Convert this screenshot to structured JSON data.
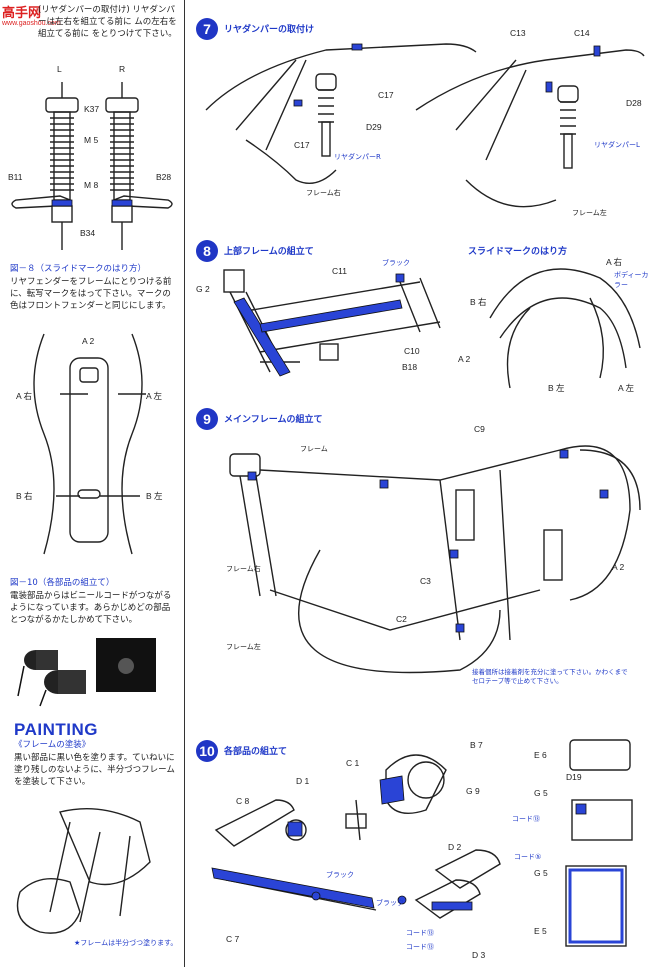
{
  "watermark": {
    "brand": "高手网",
    "url": "www.gaoshou.com"
  },
  "left": {
    "intro_text": "(リヤダンパーの取付け) リヤダンパーは左右を組立てる前に ムの左右を組立てる前に をとりつけて下さい。",
    "shock_labels": {
      "L": "L",
      "R": "R",
      "K37": "K37",
      "M5": "M 5",
      "M8": "M 8",
      "B11": "B11",
      "B28": "B28",
      "B34": "B34"
    },
    "fig8_title": "図－８（スライドマークのはり方）",
    "fig8_text": "リヤフェンダーをフレームにとりつける前に、転写マークをはって下さい。マークの色はフロントフェンダーと同じにします。",
    "fender_labels": {
      "A2": "A 2",
      "Aright": "A 右",
      "Aleft": "A 左",
      "Bright": "B 右",
      "Bleft": "B 左"
    },
    "fig10_title": "図－10（各部品の組立て）",
    "fig10_text": "電装部品からはビニールコードがつながるようになっています。あらかじめどの部品とつながるかたしかめて下さい。",
    "painting_title": "PAINTING",
    "painting_sub": "《フレームの塗装》",
    "painting_text": "黒い部品に黒い色を塗ります。ていねいに塗り残しのないように、半分づつフレームを塗装して下さい。",
    "painting_note": "★フレームは半分づつ塗ります。"
  },
  "steps": [
    {
      "num": "7",
      "title": "リヤダンパーの取付け"
    },
    {
      "num": "8",
      "title": "上部フレームの組立て"
    },
    {
      "num": "9",
      "title": "メインフレームの組立て"
    },
    {
      "num": "10",
      "title": "各部品の組立て"
    }
  ],
  "step7": {
    "C13": "C13",
    "C14": "C14",
    "C17a": "C17",
    "C17b": "C17",
    "D29": "D29",
    "D28": "D28",
    "damper_r": "リヤダンパーR",
    "damper_l": "リヤダンパーL",
    "frame_r": "フレーム右",
    "frame_l": "フレーム左"
  },
  "step8": {
    "G2": "G 2",
    "C11": "C11",
    "black": "ブラック",
    "C10": "C10",
    "B18": "B18"
  },
  "slide": {
    "title": "スライドマークのはり方",
    "Aright": "A 右",
    "body_color": "ボディーカラー",
    "Bright": "B 右",
    "A2": "A 2",
    "Bleft": "B 左",
    "Aleft": "A 左"
  },
  "step9": {
    "C9": "C9",
    "frame": "フレーム",
    "frame_r": "フレーム右",
    "frame_l": "フレーム左",
    "C3": "C3",
    "C2": "C2",
    "A2": "A 2",
    "note": "接着個所は接着剤を充分に塗って下さい。かわくまでセロテープ等で止めて下さい。"
  },
  "step10": {
    "B7": "B 7",
    "E6": "E 6",
    "D1": "D 1",
    "C1": "C 1",
    "D19": "D19",
    "C8": "C 8",
    "G9": "G 9",
    "G5a": "G 5",
    "cord13": "コード⑬",
    "cord5": "コード⑤",
    "G5b": "G 5",
    "D2": "D 2",
    "black1": "ブラック",
    "black2": "ブラック",
    "C7": "C 7",
    "E5": "E 5",
    "cordA": "コード⑬",
    "cordB": "コード⑬",
    "D3": "D 3"
  }
}
